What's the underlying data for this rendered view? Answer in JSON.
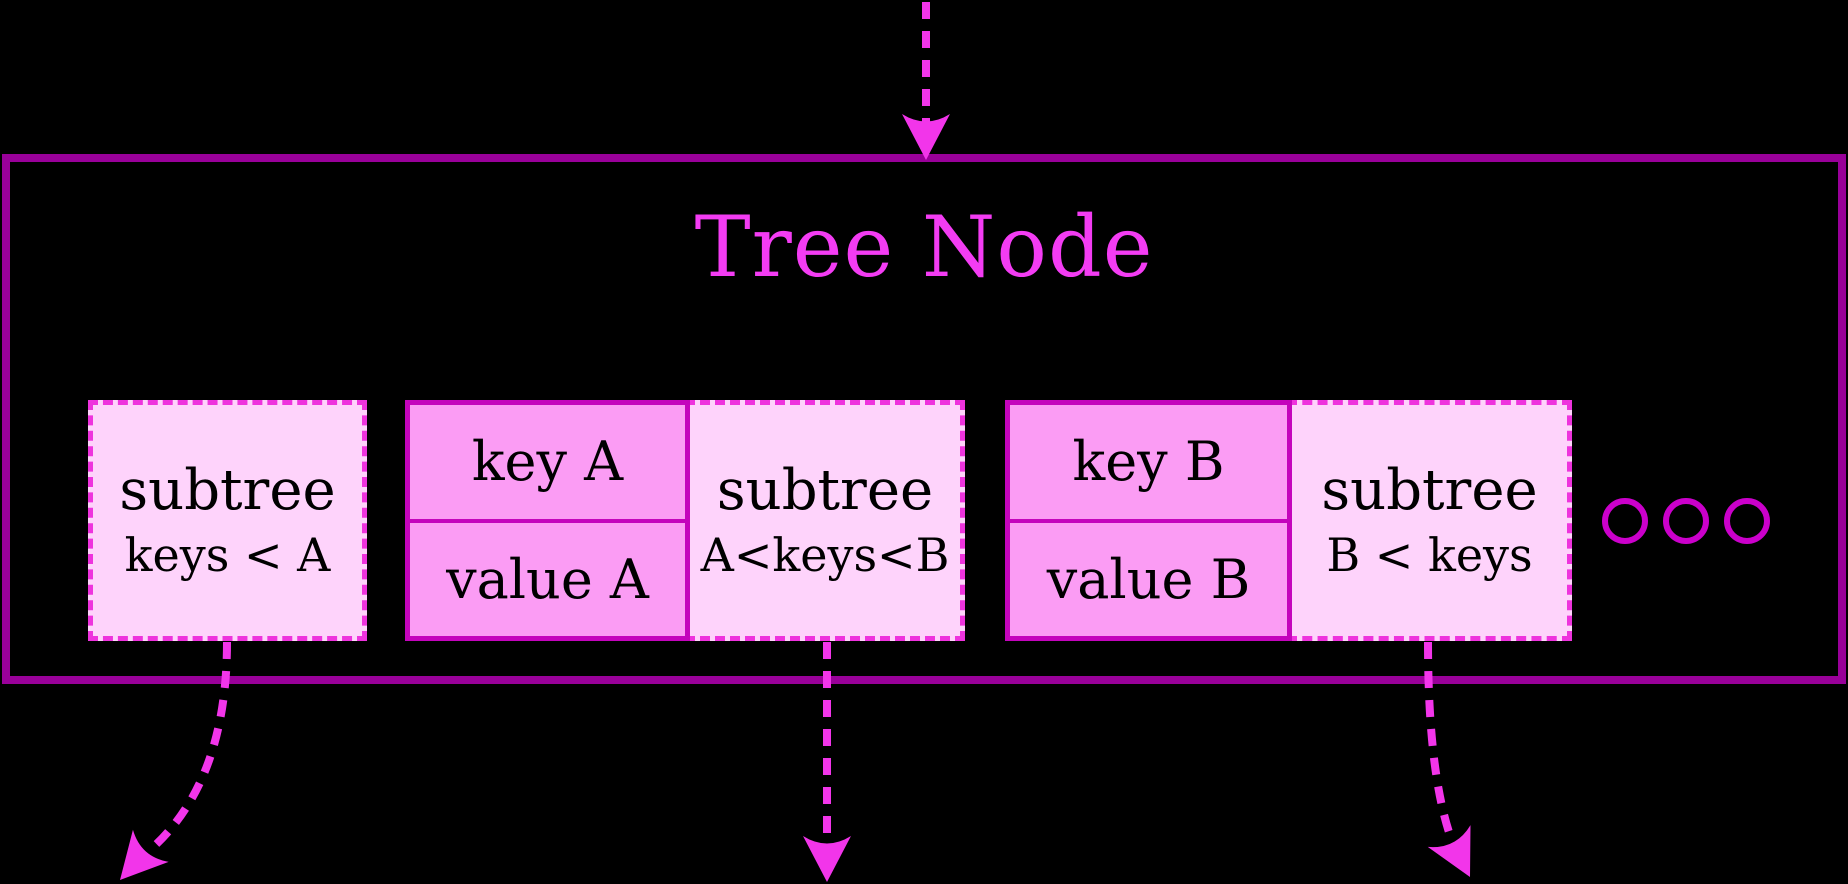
{
  "colors": {
    "background": "#000000",
    "node_border": "#990099",
    "title": "#f33cf3",
    "dashed_pink": "#ee33dd",
    "arrow": "#f235ea",
    "key_fill": "#fb9cf4",
    "key_border": "#c404bc",
    "subtree_fill": "#fed3fb",
    "circle": "#cb00cb",
    "cell_text": "#000000"
  },
  "node": {
    "title": "Tree Node",
    "cells": {
      "subtree_left": {
        "line1": "subtree",
        "line2": "keys < A"
      },
      "pair_a": {
        "key": "key A",
        "value": "value A"
      },
      "subtree_mid": {
        "line1": "subtree",
        "line2": "A<keys<B"
      },
      "pair_b": {
        "key": "key B",
        "value": "value B"
      },
      "subtree_right": {
        "line1": "subtree",
        "line2": "B < keys"
      }
    }
  },
  "icons": {
    "ellipsis": "three-circles-more-cells",
    "entry_arrow": "dashed-arrow-into-node",
    "child_arrows": "dashed-arrows-to-subtrees"
  }
}
